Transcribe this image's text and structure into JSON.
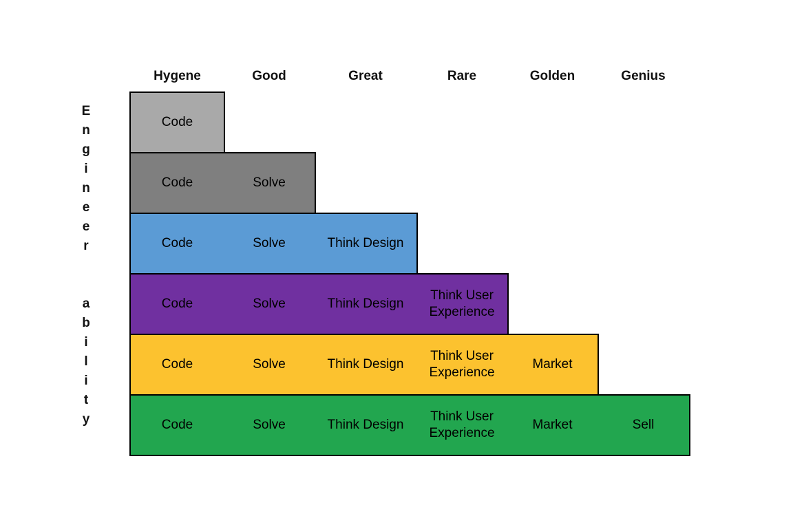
{
  "axis": {
    "vertical_label_reading": "Engineer ability",
    "vertical_label_letters": "E\nn\ng\ni\nn\ne\ne\nr\n\n\na\nb\ni\nl\ni\nt\ny"
  },
  "columns": [
    {
      "label": "Hygene"
    },
    {
      "label": "Good"
    },
    {
      "label": "Great"
    },
    {
      "label": "Rare"
    },
    {
      "label": "Golden"
    },
    {
      "label": "Genius"
    }
  ],
  "rows": [
    {
      "tier": "Hygene",
      "color": "#a9a9a9",
      "cells": [
        "Code"
      ]
    },
    {
      "tier": "Good",
      "color": "#7f7f7f",
      "cells": [
        "Code",
        "Solve"
      ]
    },
    {
      "tier": "Great",
      "color": "#5b9bd5",
      "cells": [
        "Code",
        "Solve",
        "Think Design"
      ]
    },
    {
      "tier": "Rare",
      "color": "#7030a0",
      "cells": [
        "Code",
        "Solve",
        "Think Design",
        "Think User Experience"
      ]
    },
    {
      "tier": "Golden",
      "color": "#fcc22f",
      "cells": [
        "Code",
        "Solve",
        "Think Design",
        "Think User Experience",
        "Market"
      ]
    },
    {
      "tier": "Genius",
      "color": "#22a64f",
      "cells": [
        "Code",
        "Solve",
        "Think Design",
        "Think User Experience",
        "Market",
        "Sell"
      ]
    }
  ],
  "border_color": "#000000"
}
